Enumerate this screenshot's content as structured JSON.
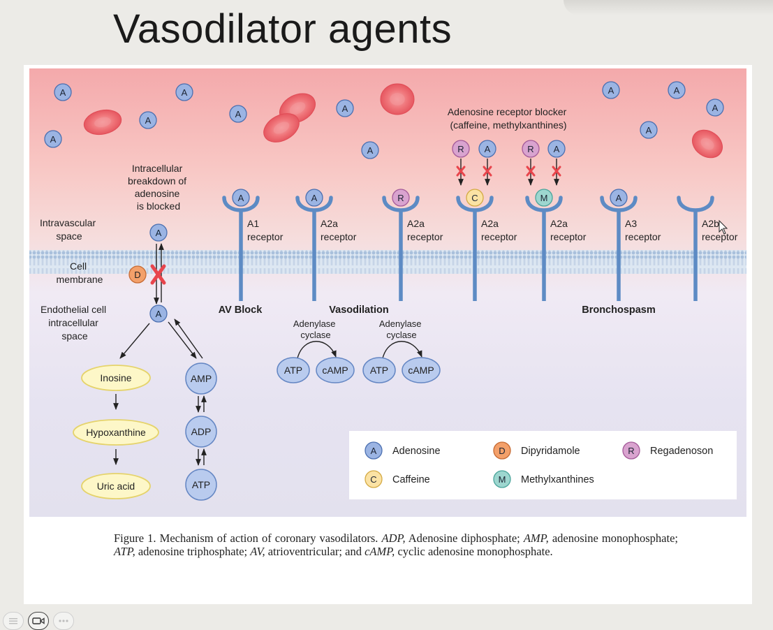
{
  "slide": {
    "title": "Vasodilator agents"
  },
  "molecules": {
    "adenosine": "A",
    "regadenoson": "R",
    "caffeine": "C",
    "methylxanthines": "M",
    "dipyridamole": "D"
  },
  "labels": {
    "blocked_breakdown": [
      "Intracellular",
      "breakdown of",
      "adenosine",
      "is blocked"
    ],
    "intravascular": [
      "Intravascular",
      "space"
    ],
    "membrane": [
      "Cell",
      "membrane"
    ],
    "endothelial": [
      "Endothelial cell",
      "intracellular",
      "space"
    ],
    "blocker": [
      "Adenosine receptor blocker",
      "(caffeine, methylxanthines)"
    ],
    "receptor_word": "receptor",
    "av_block": "AV Block",
    "vasodilation": "Vasodilation",
    "bronchospasm": "Bronchospasm",
    "adenylase": [
      "Adenylase",
      "cyclase"
    ],
    "atp": "ATP",
    "camp": "cAMP"
  },
  "receptors": [
    {
      "type": "A1",
      "ligand": "A"
    },
    {
      "type": "A2a",
      "ligand": "A"
    },
    {
      "type": "A2a",
      "ligand": "R"
    },
    {
      "type": "A2a",
      "ligand": "C"
    },
    {
      "type": "A2a",
      "ligand": "M"
    },
    {
      "type": "A3",
      "ligand": "A"
    },
    {
      "type": "A2b",
      "ligand": ""
    }
  ],
  "pathway": {
    "left": [
      "Inosine",
      "Hypoxanthine",
      "Uric acid"
    ],
    "right": [
      "AMP",
      "ADP",
      "ATP"
    ]
  },
  "legend": [
    {
      "symbol": "A",
      "label": "Adenosine"
    },
    {
      "symbol": "D",
      "label": "Dipyridamole"
    },
    {
      "symbol": "R",
      "label": "Regadenoson"
    },
    {
      "symbol": "C",
      "label": "Caffeine"
    },
    {
      "symbol": "M",
      "label": "Methylxanthines"
    }
  ],
  "caption": {
    "lead": "Figure 1. Mechanism of action of coronary vasodilators. ",
    "parts": [
      {
        "abbr": "ADP,",
        "text": " Adenosine diphosphate; "
      },
      {
        "abbr": "AMP,",
        "text": " adenosine monophosphate; "
      },
      {
        "abbr": "ATP,",
        "text": " adenosine triphosphate; "
      },
      {
        "abbr": "AV,",
        "text": " atrioventricular; and "
      },
      {
        "abbr": "cAMP,",
        "text": " cyclic adenosine monophosphate."
      }
    ]
  },
  "colors": {
    "adenosine": "#9bb4e3",
    "regadenoson": "#d9a3cf",
    "caffeine": "#fbe2a4",
    "methylxanthines": "#9dd6cf",
    "dipyridamole": "#f3a06a",
    "receptor": "#5d8bc4",
    "rbc": "#ee6f78",
    "block": "#e8454c"
  }
}
